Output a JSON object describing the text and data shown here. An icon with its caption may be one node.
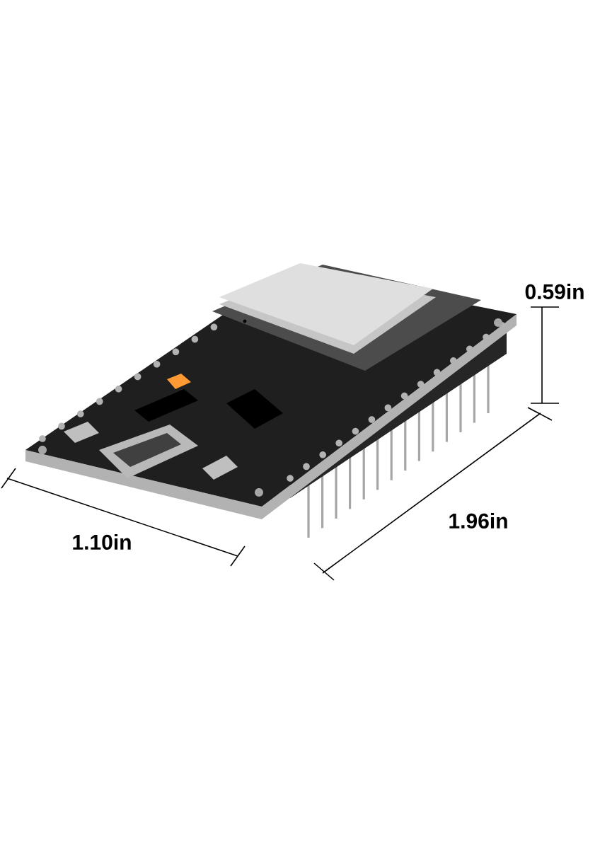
{
  "diagram": {
    "labels": [
      "0.59in",
      "1.10in",
      "1.96in"
    ]
  }
}
